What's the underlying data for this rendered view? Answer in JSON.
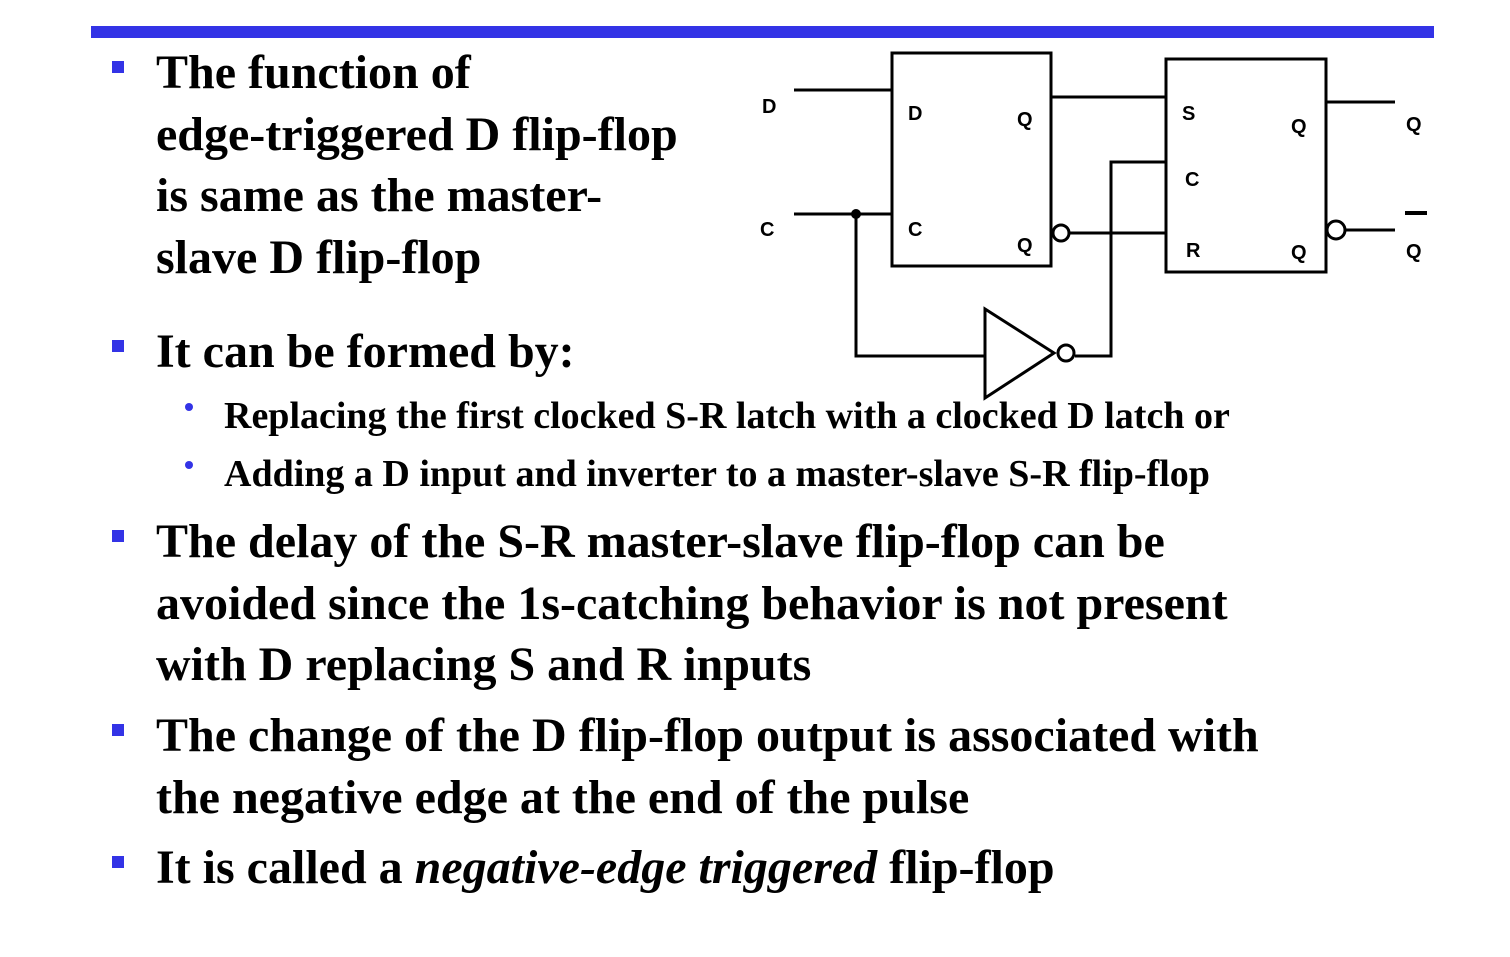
{
  "accent_color": "#3333e6",
  "bullets": {
    "b1": {
      "line1": "The function of",
      "line2": "edge-triggered D flip-flop",
      "line3": "is same as the master-",
      "line4": "slave D flip-flop"
    },
    "b2": {
      "text": "It can be formed by:",
      "sub1": "Replacing the first clocked S-R latch with a clocked D latch or",
      "sub2": "Adding a D input and inverter to a master-slave S-R flip-flop"
    },
    "b3": {
      "line1": "The delay of the S-R master-slave flip-flop can be",
      "line2": "avoided since the 1s-catching behavior is not present",
      "line3": "with D replacing S and R inputs"
    },
    "b4": {
      "line1": "The change of the D flip-flop output is associated with",
      "line2": "the negative edge at the end of the pulse"
    },
    "b5": {
      "prefix": "It is called a ",
      "emphasis": "negative-edge triggered",
      "suffix": " flip-flop"
    }
  },
  "circuit": {
    "input_d": "D",
    "input_c": "C",
    "latch1": {
      "d": "D",
      "c": "C",
      "q": "Q",
      "qbar": "Q"
    },
    "latch2": {
      "s": "S",
      "c": "C",
      "r": "R",
      "q": "Q",
      "qbar": "Q"
    },
    "output_q": "Q",
    "output_qbar": "Q"
  }
}
